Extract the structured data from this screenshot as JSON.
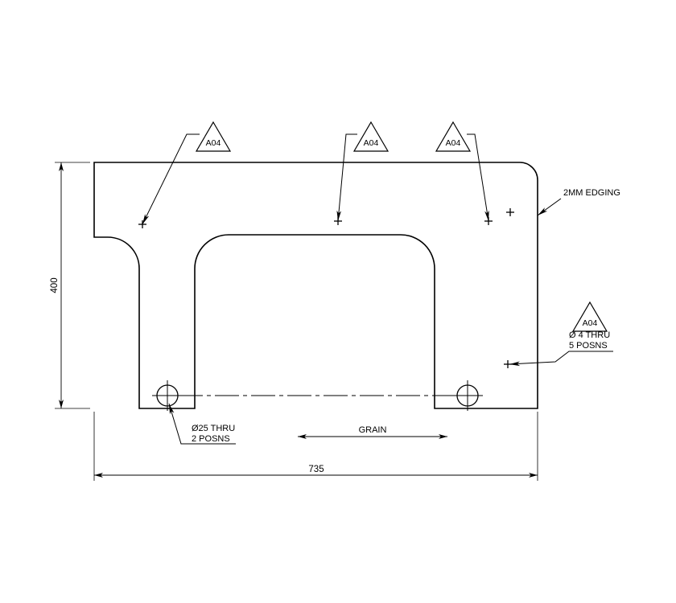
{
  "drawing": {
    "type": "mechanical-part-outline",
    "units": "mm",
    "background_color": "#ffffff",
    "line_color": "#000000"
  },
  "dimensions": {
    "width": {
      "value": "735",
      "orientation": "horizontal",
      "position": "bottom"
    },
    "height": {
      "value": "400",
      "orientation": "vertical",
      "position": "left"
    }
  },
  "balloons": [
    {
      "id": "balloon-top-left",
      "label": "A04",
      "stub_side": "left"
    },
    {
      "id": "balloon-top-mid",
      "label": "A04",
      "stub_side": "left"
    },
    {
      "id": "balloon-top-right",
      "label": "A04",
      "stub_side": "right"
    },
    {
      "id": "balloon-right",
      "label": "A04",
      "stub_side": "none"
    }
  ],
  "notes": {
    "edging": "2MM EDGING",
    "hole_small_line1": "Ø 4 THRU",
    "hole_small_line2": "5 POSNS",
    "hole_large_line1": "Ø25 THRU",
    "hole_large_line2": "2 POSNS",
    "grain": "GRAIN"
  },
  "features": {
    "large_holes": [
      {
        "name": "hole-left",
        "diameter": "25"
      },
      {
        "name": "hole-right",
        "diameter": "25"
      }
    ],
    "small_hole_marks": 5,
    "centerline": "dash-dot"
  }
}
